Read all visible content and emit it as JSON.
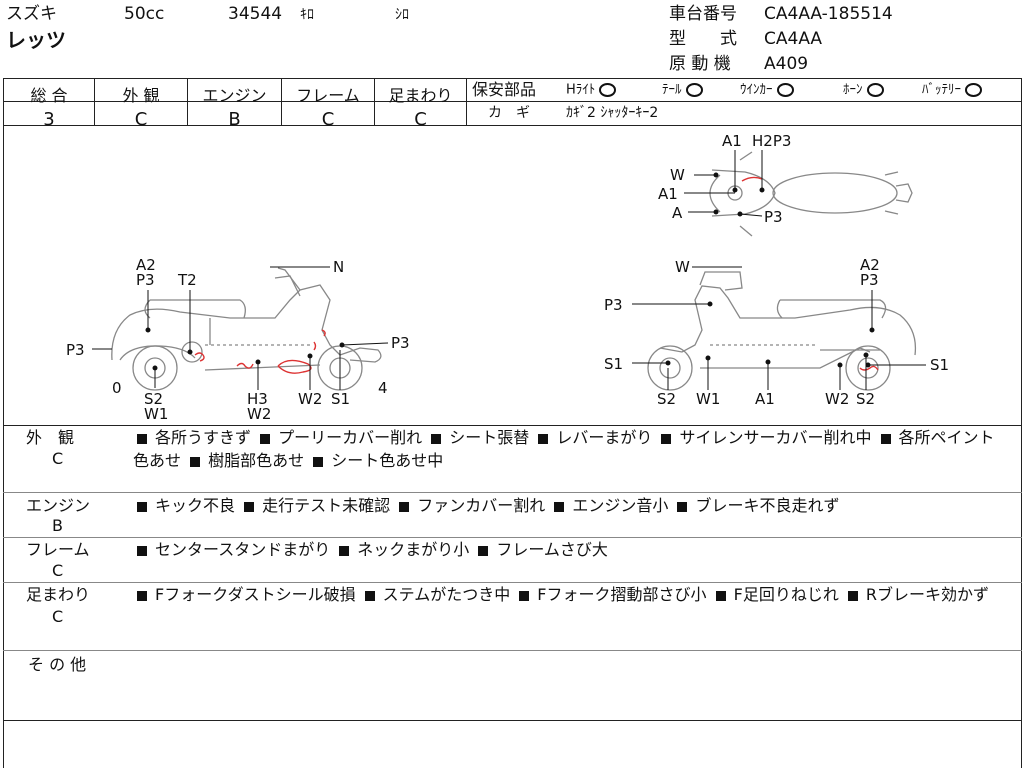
{
  "header": {
    "maker": "スズキ",
    "displacement": "50cc",
    "mileage": "34544",
    "mileage_unit": "ｷﾛ",
    "color": "ｼﾛ",
    "model_name": "レッツ",
    "frame_no_label": "車台番号",
    "frame_no": "CA4AA-185514",
    "model_type_label": "型　　式",
    "model_type": "CA4AA",
    "engine_label": "原 動 機",
    "engine": "A409"
  },
  "grades": [
    {
      "label": "総 合",
      "value": "3"
    },
    {
      "label": "外 観",
      "value": "C"
    },
    {
      "label": "エンジン",
      "value": "B"
    },
    {
      "label": "フレーム",
      "value": "C"
    },
    {
      "label": "足まわり",
      "value": "C"
    }
  ],
  "safety": {
    "title": "保安部品",
    "items": [
      {
        "label": "Hﾗｲﾄ",
        "mark": "O"
      },
      {
        "label": "ﾃｰﾙ",
        "mark": "O"
      },
      {
        "label": "ｳｲﾝｶｰ",
        "mark": "O"
      },
      {
        "label": "ﾎｰﾝ",
        "mark": "O"
      },
      {
        "label": "ﾊﾞｯﾃﾘｰ",
        "mark": "O"
      }
    ],
    "key_label": "カ　ギ",
    "key_value": "ｶｷﾞ2 ｼｬｯﾀｰｷｰ2"
  },
  "diagram": {
    "top_labels": [
      "A1",
      "H2P3",
      "W",
      "A1",
      "A",
      "P3"
    ],
    "left_labels": [
      "A2",
      "P3",
      "T2",
      "N",
      "P3",
      "P3",
      "0",
      "S2",
      "W1",
      "H3",
      "W2",
      "W2",
      "S1",
      "4"
    ],
    "right_labels": [
      "W",
      "A2",
      "P3",
      "P3",
      "S1",
      "S1",
      "S2",
      "W1",
      "A1",
      "W2",
      "S2"
    ]
  },
  "remarks": [
    {
      "category": "外　観",
      "grade": "C",
      "items": [
        "各所うすきず",
        "プーリーカバー削れ",
        "シート張替",
        "レバーまがり",
        "サイレンサーカバー削れ中",
        "各所ペイント色あせ",
        "樹脂部色あせ",
        "シート色あせ中"
      ]
    },
    {
      "category": "エンジン",
      "grade": "B",
      "items": [
        "キック不良",
        "走行テスト未確認",
        "ファンカバー割れ",
        "エンジン音小",
        "ブレーキ不良走れず"
      ]
    },
    {
      "category": "フレーム",
      "grade": "C",
      "items": [
        "センタースタンドまがり",
        "ネックまがり小",
        "フレームさび大"
      ]
    },
    {
      "category": "足まわり",
      "grade": "C",
      "items": [
        "Fフォークダストシール破損",
        "ステムがたつき中",
        "Fフォーク摺動部さび小",
        "F足回りねじれ",
        "Rブレーキ効かず"
      ]
    },
    {
      "category": "そ の 他",
      "grade": "",
      "items": []
    }
  ]
}
